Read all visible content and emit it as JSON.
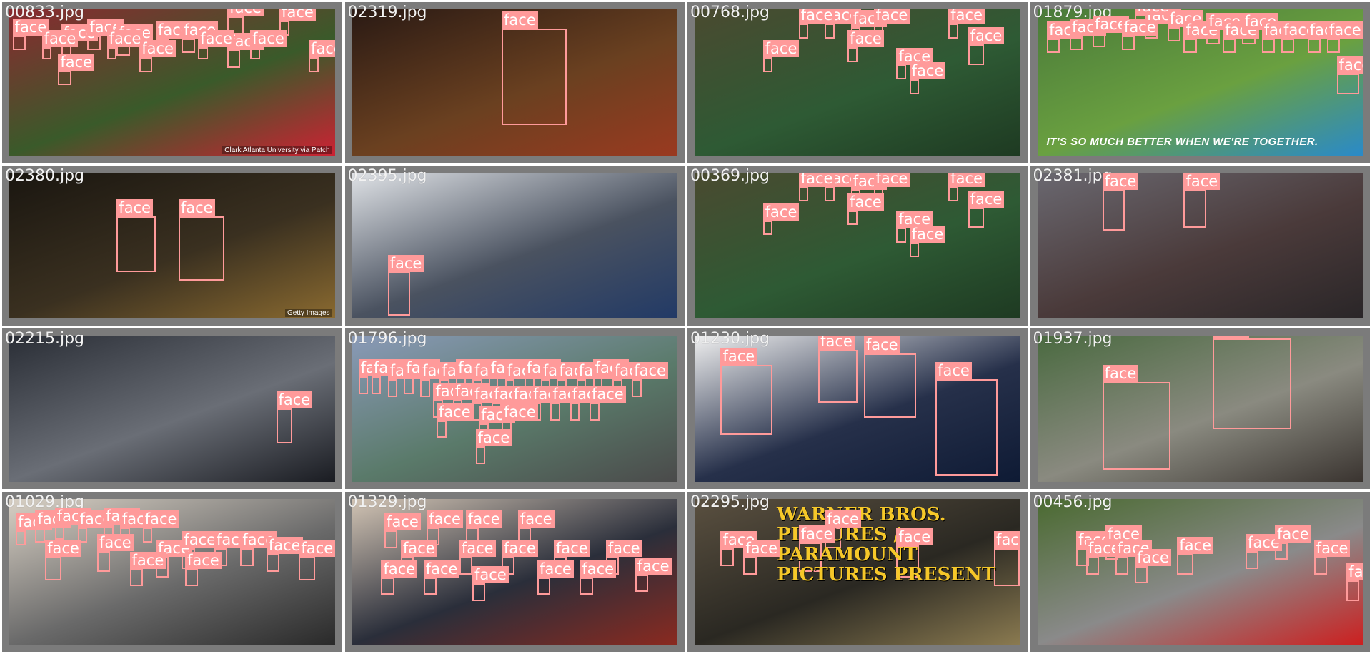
{
  "colors": {
    "tile_background": "#7b7b7b",
    "label_background": "#ff9a9a",
    "label_text": "#ffffff",
    "filename_text": "#f2f2f2"
  },
  "detection_label": "face",
  "tiles": [
    {
      "file": "00833.jpg",
      "caption": "Clark Atlanta University via Patch",
      "caption_style": "small",
      "image_colors": [
        "#8a2a30",
        "#3a5a2a",
        "#cc2233"
      ],
      "faces": 16
    },
    {
      "file": "02319.jpg",
      "caption": "",
      "caption_style": "",
      "image_colors": [
        "#2a1a14",
        "#6a4020",
        "#9a3a20"
      ],
      "faces": 1
    },
    {
      "file": "00768.jpg",
      "caption": "",
      "caption_style": "",
      "image_colors": [
        "#4a4a30",
        "#2e5a34",
        "#1e3a22"
      ],
      "faces": 10
    },
    {
      "file": "01879.jpg",
      "caption": "IT'S SO MUCH BETTER WHEN WE'RE TOGETHER.",
      "caption_style": "big",
      "image_colors": [
        "#4a7a3a",
        "#6aa040",
        "#2a8ac8"
      ],
      "faces": 16
    },
    {
      "file": "02380.jpg",
      "caption": "Getty Images",
      "caption_style": "small",
      "image_colors": [
        "#1a1610",
        "#3a3020",
        "#8a6a30"
      ],
      "faces": 2
    },
    {
      "file": "02395.jpg",
      "caption": "",
      "caption_style": "",
      "image_colors": [
        "#dfe2e6",
        "#4a5260",
        "#223a66"
      ],
      "faces": 1
    },
    {
      "file": "00369.jpg",
      "caption": "",
      "caption_style": "",
      "image_colors": [
        "#4a4a30",
        "#2e5a34",
        "#1e3a22"
      ],
      "faces": 10
    },
    {
      "file": "02381.jpg",
      "caption": "",
      "caption_style": "",
      "image_colors": [
        "#6a6870",
        "#4a3a3a",
        "#2a2628"
      ],
      "faces": 2
    },
    {
      "file": "02215.jpg",
      "caption": "",
      "caption_style": "",
      "image_colors": [
        "#2a2e36",
        "#6a6e76",
        "#1a1c22"
      ],
      "faces": 1
    },
    {
      "file": "01796.jpg",
      "caption": "",
      "caption_style": "",
      "image_colors": [
        "#8a9ab8",
        "#5a7a6a",
        "#4a4a4a"
      ],
      "faces": 30
    },
    {
      "file": "01230.jpg",
      "caption": "",
      "caption_style": "",
      "image_colors": [
        "#f0f0f0",
        "#26304a",
        "#0e1a34"
      ],
      "faces": 4
    },
    {
      "file": "01937.jpg",
      "caption": "",
      "caption_style": "",
      "image_colors": [
        "#4a6a40",
        "#8a8a80",
        "#3a3430"
      ],
      "faces": 2
    },
    {
      "file": "01029.jpg",
      "caption": "",
      "caption_style": "",
      "image_colors": [
        "#d8d0c4",
        "#6a6a6a",
        "#2a2a2a"
      ],
      "faces": 17
    },
    {
      "file": "01329.jpg",
      "caption": "",
      "caption_style": "",
      "image_colors": [
        "#d2c4b4",
        "#2a2e3a",
        "#8a2a20"
      ],
      "faces": 15
    },
    {
      "file": "02295.jpg",
      "caption": "WARNER BROS. PICTURES / PARAMOUNT PICTURES PRESENT",
      "caption_style": "banner",
      "image_colors": [
        "#5a5040",
        "#2a2822",
        "#8a7a50"
      ],
      "faces": 6
    },
    {
      "file": "00456.jpg",
      "caption": "",
      "caption_style": "",
      "image_colors": [
        "#4a6a30",
        "#8a8a8a",
        "#cc2020"
      ],
      "faces": 10
    }
  ]
}
